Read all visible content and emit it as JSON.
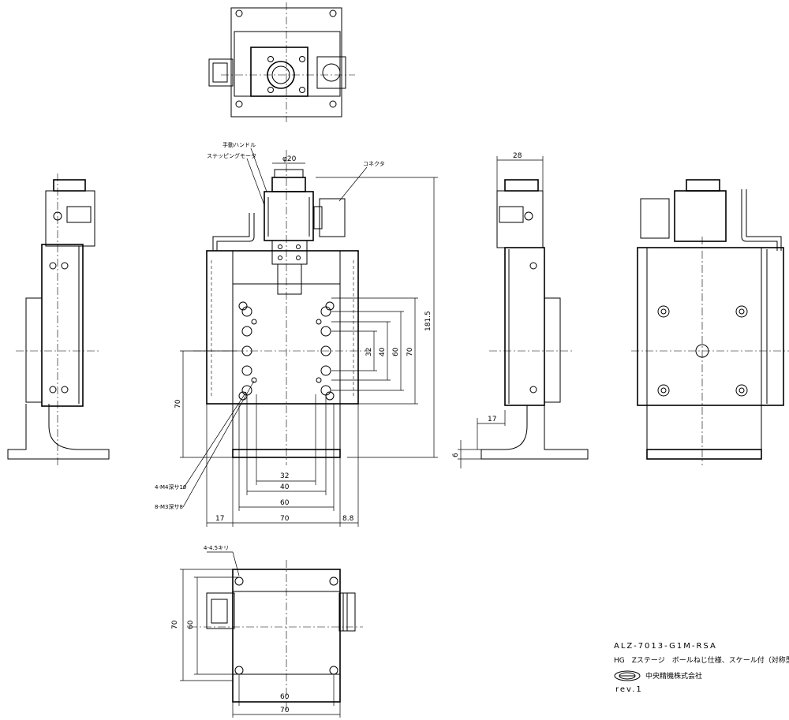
{
  "dimensions": {
    "d_phi20": "φ20",
    "d_28": "28",
    "d_181_5": "181.5",
    "d_70": "70",
    "d_60": "60",
    "d_40": "40",
    "d_32": "32",
    "d_17": "17",
    "d_8_8": "8.8",
    "d_6": "6"
  },
  "annotations": {
    "manual_handle": "手動ハンドル",
    "stepping_motor": "ステッピングモータ",
    "connector": "コネクタ",
    "tap_m4": "4-M4深サ10",
    "tap_m3": "8-M3深サ8",
    "hole_45": "4-4.5キリ"
  },
  "title_block": {
    "model": "ALZ-7013-G1M-RSA",
    "description": "HG　Zステージ　ボールねじ仕様、スケール付（対称型）",
    "company": "中央精機株式会社",
    "revision": "rev.1"
  }
}
